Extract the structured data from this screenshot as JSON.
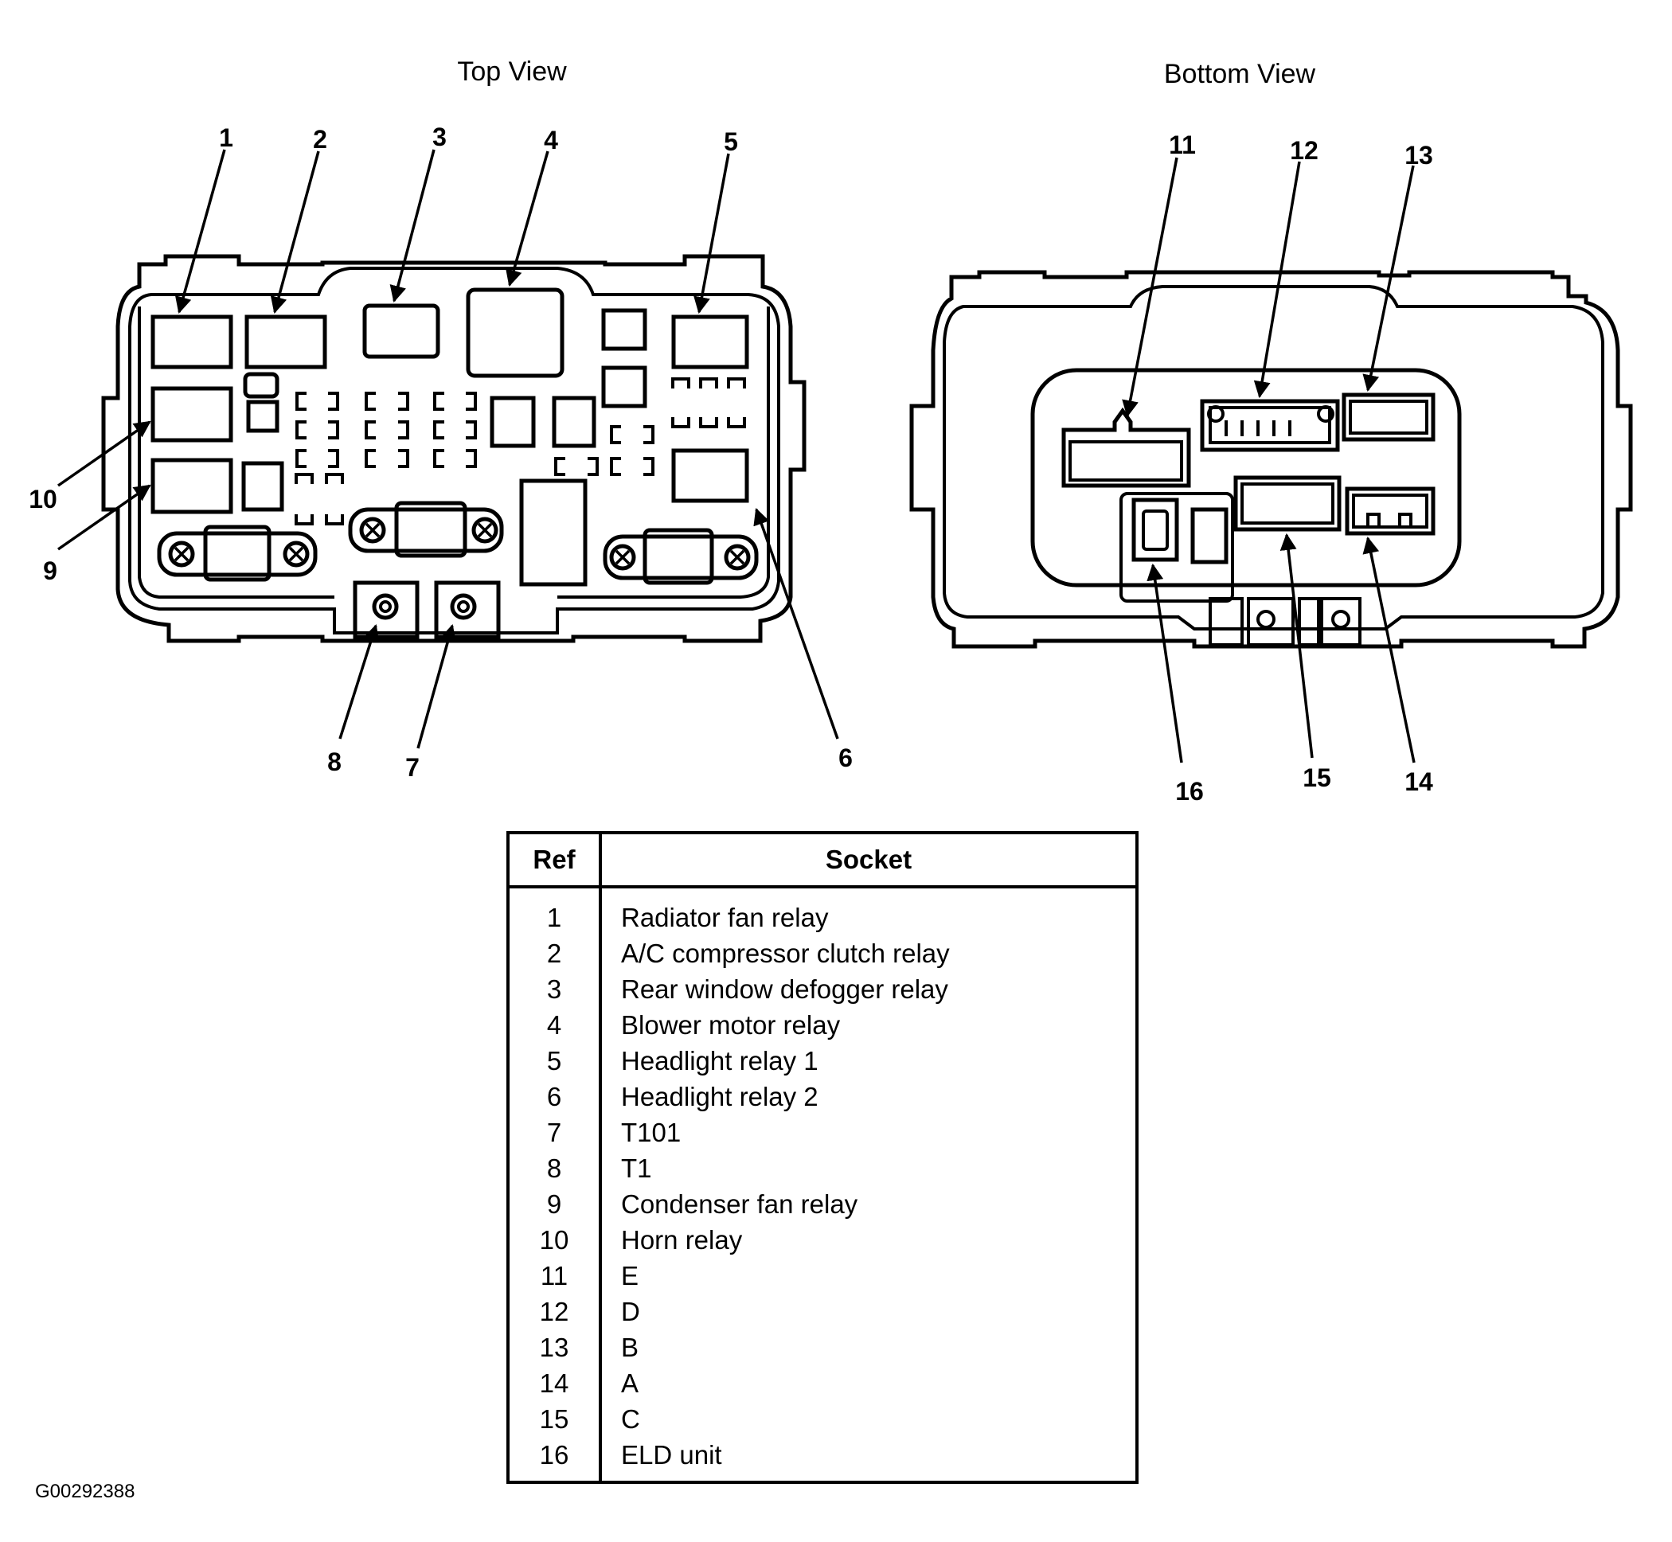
{
  "views": {
    "top_title": "Top View",
    "bottom_title": "Bottom View"
  },
  "callouts": [
    "1",
    "2",
    "3",
    "4",
    "5",
    "6",
    "7",
    "8",
    "9",
    "10",
    "11",
    "12",
    "13",
    "14",
    "15",
    "16"
  ],
  "table": {
    "headers": {
      "ref": "Ref",
      "socket": "Socket"
    },
    "rows": [
      {
        "ref": "1",
        "socket": "Radiator fan relay"
      },
      {
        "ref": "2",
        "socket": "A/C compressor clutch relay"
      },
      {
        "ref": "3",
        "socket": "Rear window defogger relay"
      },
      {
        "ref": "4",
        "socket": "Blower motor relay"
      },
      {
        "ref": "5",
        "socket": "Headlight relay 1"
      },
      {
        "ref": "6",
        "socket": "Headlight relay 2"
      },
      {
        "ref": "7",
        "socket": "T101"
      },
      {
        "ref": "8",
        "socket": "T1"
      },
      {
        "ref": "9",
        "socket": "Condenser fan relay"
      },
      {
        "ref": "10",
        "socket": "Horn relay"
      },
      {
        "ref": "11",
        "socket": "E"
      },
      {
        "ref": "12",
        "socket": "D"
      },
      {
        "ref": "13",
        "socket": "B"
      },
      {
        "ref": "14",
        "socket": "A"
      },
      {
        "ref": "15",
        "socket": "C"
      },
      {
        "ref": "16",
        "socket": "ELD unit"
      }
    ]
  },
  "figure_id": "G00292388"
}
